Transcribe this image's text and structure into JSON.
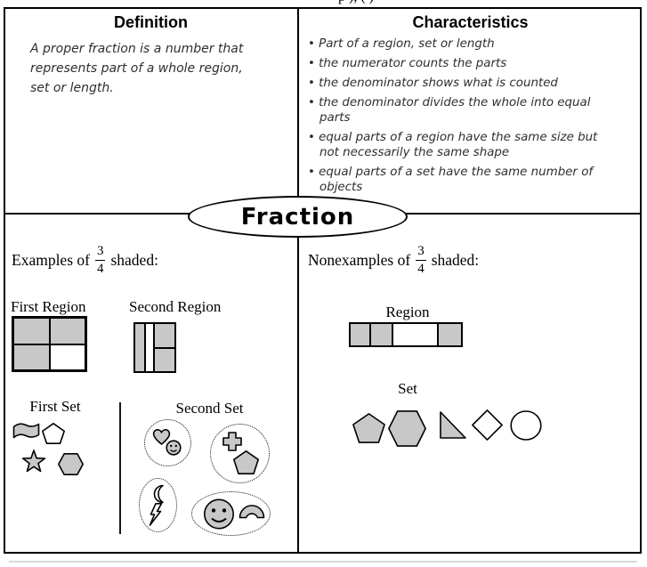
{
  "page": {
    "top_fragment": "p ), ( )"
  },
  "colors": {
    "background": "#ffffff",
    "line": "#000000",
    "shaded_fill": "#c8c8c8",
    "handwriting_ink": "#2e2e2e"
  },
  "center": {
    "label": "Fraction"
  },
  "definition": {
    "title": "Definition",
    "lines": [
      "A proper fraction is a number that",
      "represents part of a whole region,",
      "set or length."
    ]
  },
  "characteristics": {
    "title": "Characteristics",
    "bullets": [
      "Part of a region, set or length",
      "the numerator counts the parts",
      "the denominator shows what is counted",
      "the denominator divides the whole into equal parts",
      "equal parts of a region have the same size but not necessarily the same shape",
      "equal parts of a set have the same number of objects"
    ]
  },
  "examples": {
    "heading_prefix": "Examples of",
    "heading_suffix": "shaded:",
    "fraction": {
      "numerator": "3",
      "denominator": "4"
    },
    "first_region": {
      "label": "First Region",
      "shaded_grid": [
        [
          true,
          true
        ],
        [
          true,
          false
        ]
      ]
    },
    "second_region": {
      "label": "Second Region",
      "parts_shaded": [
        true,
        false,
        true,
        true
      ]
    },
    "first_set": {
      "label": "First Set",
      "shapes": [
        {
          "name": "flag",
          "shaded": true
        },
        {
          "name": "pentagon",
          "shaded": false
        },
        {
          "name": "star",
          "shaded": true
        },
        {
          "name": "hexagon",
          "shaded": true
        }
      ]
    },
    "second_set": {
      "label": "Second Set",
      "groups": [
        {
          "members": [
            "heart",
            "smiley-face"
          ],
          "shaded": true
        },
        {
          "members": [
            "cross",
            "pentagon"
          ],
          "shaded": true
        },
        {
          "members": [
            "crescent-moon",
            "lightning-bolt"
          ],
          "shaded": false
        },
        {
          "members": [
            "smiley-face",
            "rainbow"
          ],
          "shaded": true
        }
      ]
    }
  },
  "nonexamples": {
    "heading_prefix": "Nonexamples of",
    "heading_suffix": "shaded:",
    "fraction": {
      "numerator": "3",
      "denominator": "4"
    },
    "region": {
      "label": "Region",
      "parts_shaded": [
        true,
        true,
        false,
        true
      ]
    },
    "set": {
      "label": "Set",
      "shapes": [
        {
          "name": "pentagon",
          "shaded": true
        },
        {
          "name": "hexagon",
          "shaded": true
        },
        {
          "name": "right-triangle",
          "shaded": true
        },
        {
          "name": "diamond",
          "shaded": false
        },
        {
          "name": "circle",
          "shaded": false
        }
      ]
    }
  }
}
